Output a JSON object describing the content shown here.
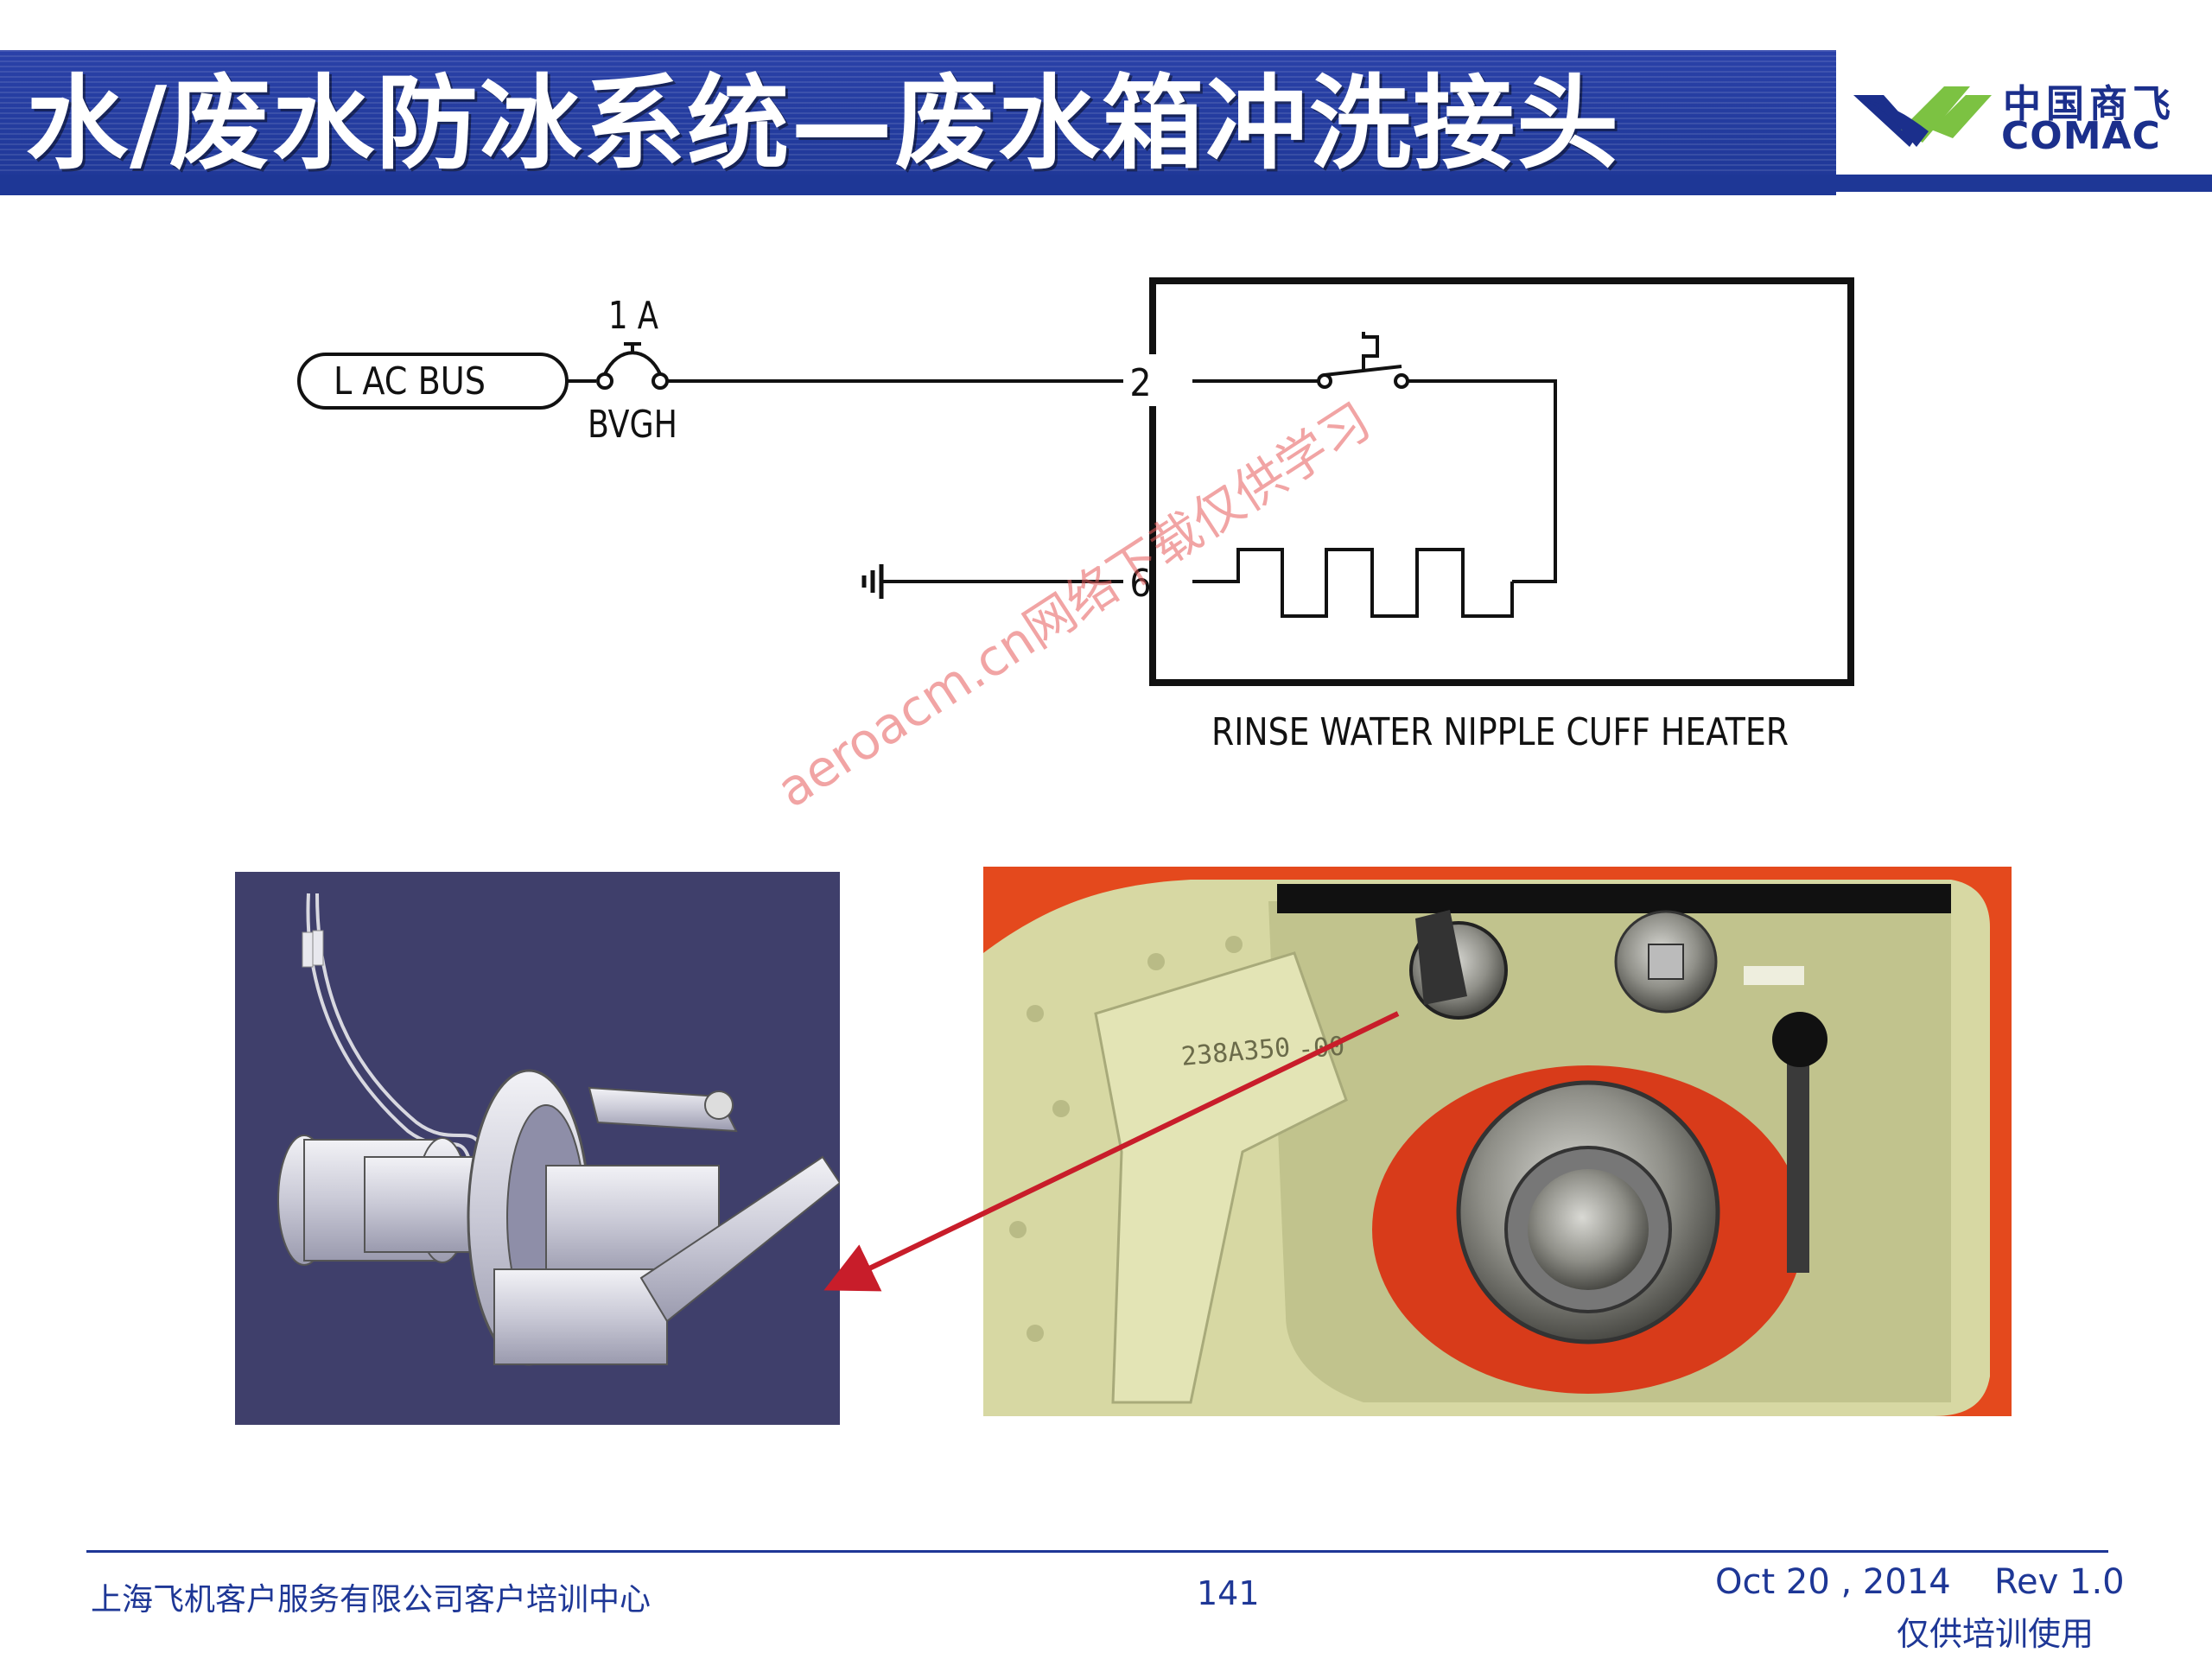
{
  "slide": {
    "title": "水/废水防冰系统—废水箱冲洗接头",
    "logo": {
      "cn": "中国商飞",
      "en": "COMAC"
    }
  },
  "schematic": {
    "bus_label": "L AC BUS",
    "breaker_rating": "1 A",
    "breaker_code": "BVGH",
    "pin_top": "2",
    "pin_bottom": "6",
    "component_label": "RINSE WATER NIPPLE CUFF HEATER"
  },
  "photos": {
    "photo_part_number": "238A350",
    "photo_part_suffix": "-00"
  },
  "watermark": "aeroacm.cn网络下载仅供学习",
  "footer": {
    "company": "上海飞机客户服务有限公司客户培训中心",
    "page": "141",
    "date": "Oct 20 , 2014",
    "revision": "Rev 1.0",
    "note": "仅供培训使用"
  },
  "colors": {
    "title_bar": "#1e3796",
    "footer_text": "#1e3796",
    "arrow": "#c81d2a",
    "logo_green": "#7cc242"
  }
}
